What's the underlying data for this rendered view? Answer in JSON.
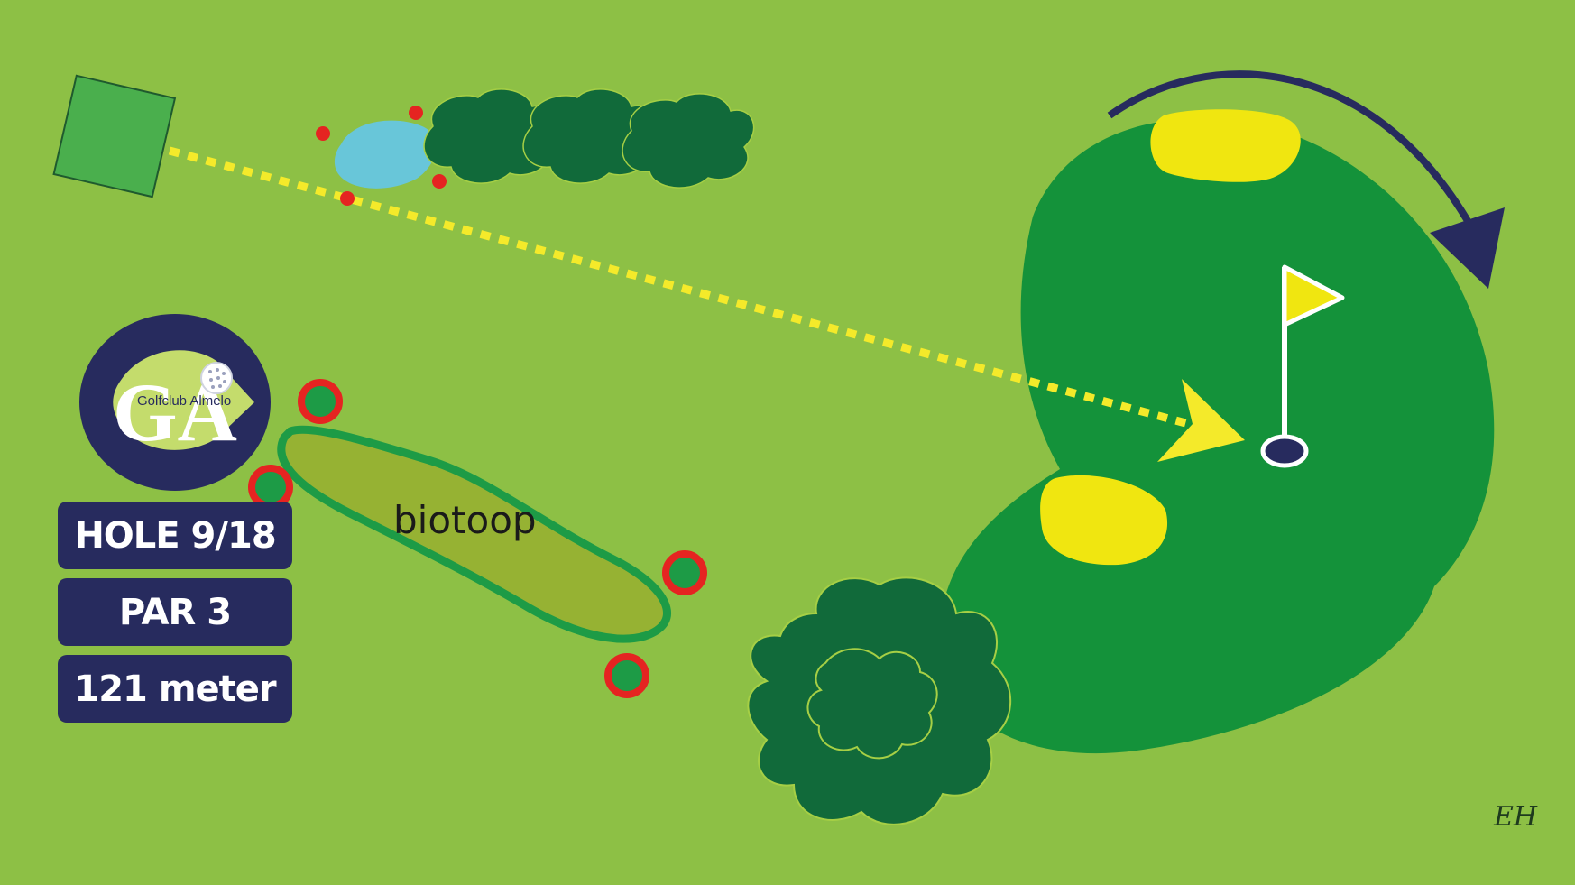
{
  "hole": {
    "label": "HOLE 9/18",
    "par": "PAR 3",
    "length": "121 meter"
  },
  "hazard": {
    "label": "biotoop"
  },
  "club": {
    "monogram": "GA",
    "name": "Golfclub Almelo"
  },
  "signature": "EH",
  "colors": {
    "grass": "#8dc045",
    "green": "#14923a",
    "bunker": "#f0e610",
    "water": "#68c6d9",
    "trees": "#116a3a",
    "navy": "#272b5e",
    "stake_red": "#e52421",
    "dotted_line": "#f4ea2a"
  }
}
